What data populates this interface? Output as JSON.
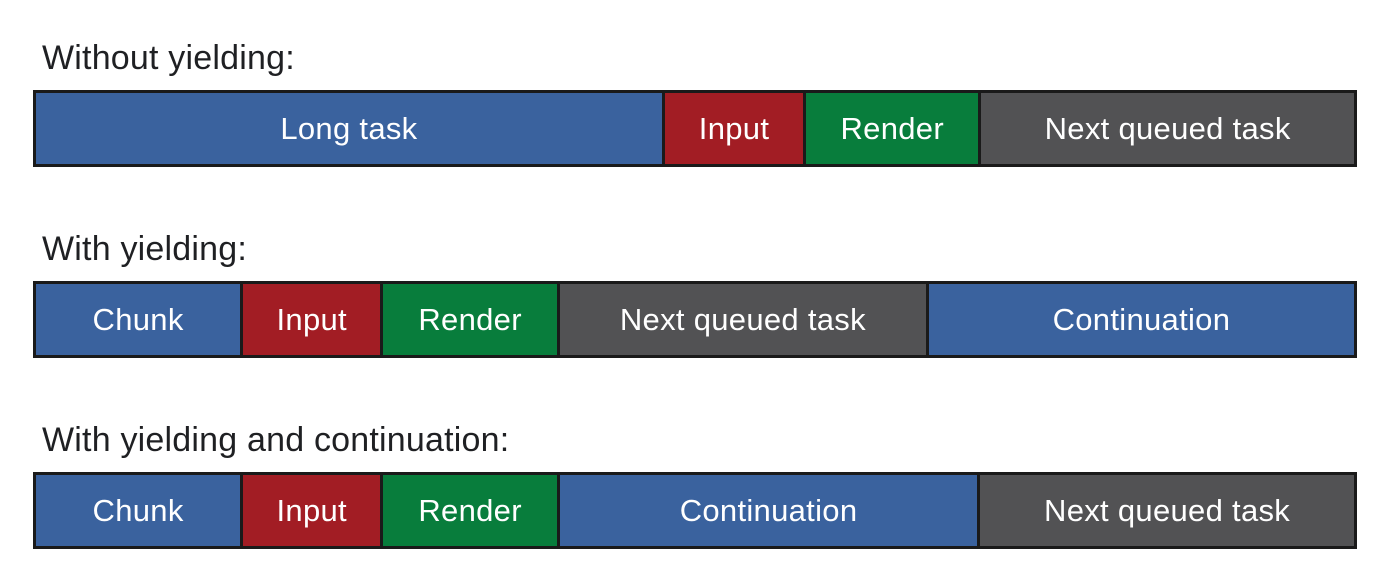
{
  "colors": {
    "task": "#3a629e",
    "input": "#a21d24",
    "render": "#087d3c",
    "queued": "#525254",
    "border": "#1a1a1a",
    "heading_text": "#1f2023",
    "segment_text": "#ffffff",
    "background": "#ffffff"
  },
  "sections": [
    {
      "heading": "Without yielding:",
      "segments": [
        {
          "label": "Long task",
          "color": "task",
          "weight": 633
        },
        {
          "label": "Input",
          "color": "input",
          "weight": 140
        },
        {
          "label": "Render",
          "color": "render",
          "weight": 174
        },
        {
          "label": "Next queued task",
          "color": "queued",
          "weight": 377
        }
      ]
    },
    {
      "heading": "With yielding:",
      "segments": [
        {
          "label": "Chunk",
          "color": "task",
          "weight": 207
        },
        {
          "label": "Input",
          "color": "input",
          "weight": 139
        },
        {
          "label": "Render",
          "color": "render",
          "weight": 176
        },
        {
          "label": "Next queued task",
          "color": "queued",
          "weight": 371
        },
        {
          "label": "Continuation",
          "color": "task",
          "weight": 431
        }
      ]
    },
    {
      "heading": "With yielding and continuation:",
      "segments": [
        {
          "label": "Chunk",
          "color": "task",
          "weight": 207
        },
        {
          "label": "Input",
          "color": "input",
          "weight": 139
        },
        {
          "label": "Render",
          "color": "render",
          "weight": 176
        },
        {
          "label": "Continuation",
          "color": "task",
          "weight": 423
        },
        {
          "label": "Next queued task",
          "color": "queued",
          "weight": 379
        }
      ]
    }
  ]
}
